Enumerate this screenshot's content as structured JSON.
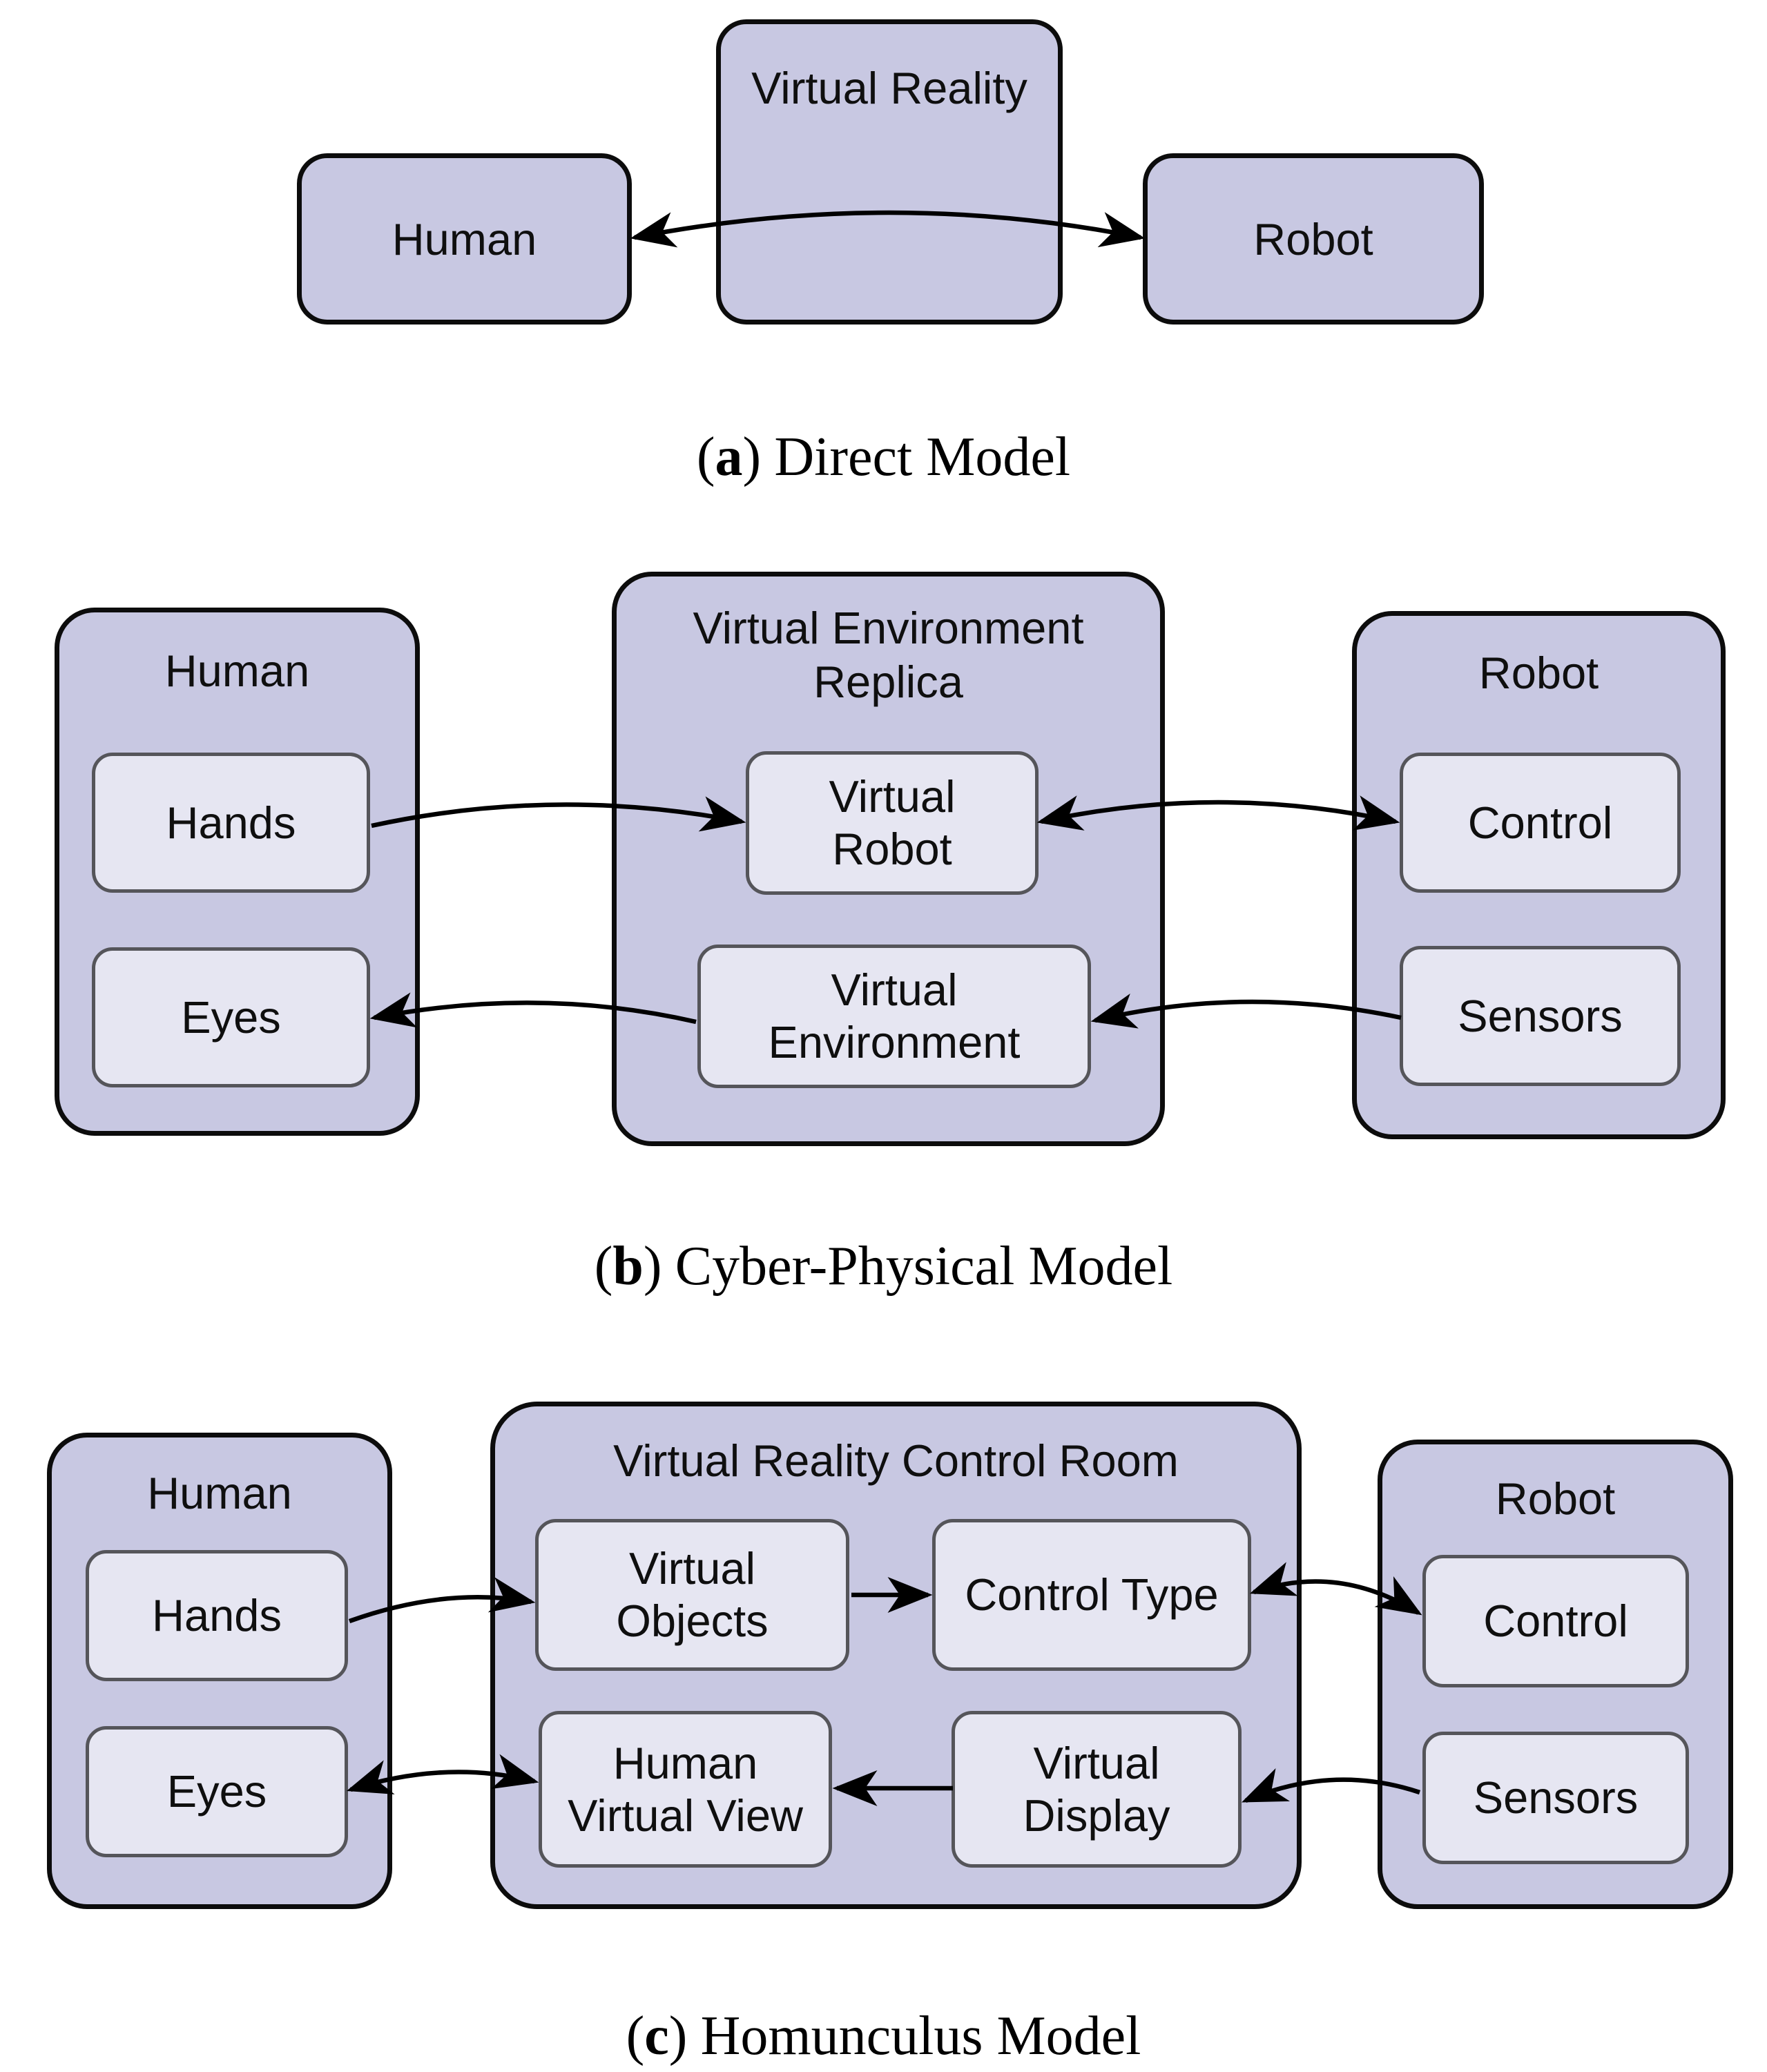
{
  "colors": {
    "container_fill": "#c8c8e2",
    "node_fill": "#e6e6f2",
    "node_border": "#55555a",
    "container_border": "#0c0c0c",
    "arrow": "#000000",
    "text": "#0f0f0f"
  },
  "diagram_a": {
    "virtual_reality_label": "Virtual Reality",
    "human_label": "Human",
    "robot_label": "Robot",
    "caption": {
      "open": "(",
      "letter": "a",
      "close": ")",
      "title": "Direct Model"
    }
  },
  "diagram_b": {
    "human": {
      "title": "Human",
      "hands_label": "Hands",
      "eyes_label": "Eyes"
    },
    "replica": {
      "title": "Virtual Environment\nReplica",
      "virtual_robot_label": "Virtual\nRobot",
      "virtual_environment_label": "Virtual\nEnvironment"
    },
    "robot": {
      "title": "Robot",
      "control_label": "Control",
      "sensors_label": "Sensors"
    },
    "caption": {
      "open": "(",
      "letter": "b",
      "close": ")",
      "title": "Cyber-Physical Model"
    }
  },
  "diagram_c": {
    "human": {
      "title": "Human",
      "hands_label": "Hands",
      "eyes_label": "Eyes"
    },
    "control_room": {
      "title": "Virtual Reality Control Room",
      "virtual_objects_label": "Virtual\nObjects",
      "control_type_label": "Control Type",
      "human_virtual_view_label": "Human\nVirtual View",
      "virtual_display_label": "Virtual\nDisplay"
    },
    "robot": {
      "title": "Robot",
      "control_label": "Control",
      "sensors_label": "Sensors"
    },
    "caption": {
      "open": "(",
      "letter": "c",
      "close": ")",
      "title": "Homunculus Model"
    }
  }
}
